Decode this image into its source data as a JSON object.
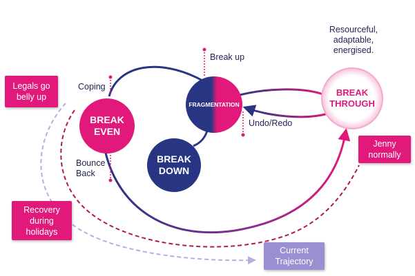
{
  "nodes": {
    "break_even": "BREAK\nEVEN",
    "break_down": "BREAK\nDOWN",
    "fragmentation": "FRAGMENTATION",
    "break_through": "BREAK\nTHROUGH"
  },
  "labels": {
    "coping": "Coping",
    "bounce_back": "Bounce\nBack",
    "break_up": "Break up",
    "undo_redo": "Undo/Redo",
    "resourceful": "Resourceful,\nadaptable,\nenergised."
  },
  "boxes": {
    "legals": "Legals go\nbelly up",
    "jenny": "Jenny\nnormally",
    "recovery": "Recovery\nduring\nholidays",
    "current": "Current\nTrajectory"
  },
  "colors": {
    "magenta": "#e0197a",
    "navy": "#283583",
    "lavender": "#9b8fd1"
  }
}
